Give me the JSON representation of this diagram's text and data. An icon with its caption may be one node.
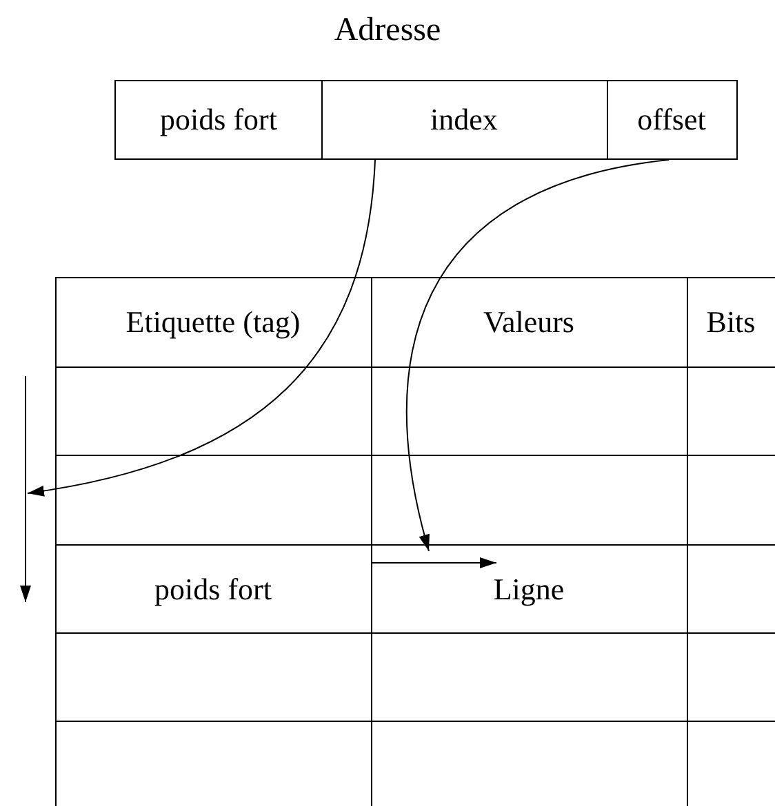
{
  "diagram": {
    "title": "Adresse",
    "nodes": [
      {
        "text": [
          "poids fort"
        ]
      },
      {
        "text": [
          "index"
        ]
      },
      {
        "text": [
          "offset"
        ]
      }
    ],
    "edges": [
      {
        "from": 1,
        "to": null,
        "arrow": "to"
      },
      {
        "from": 2,
        "to": null,
        "arrow": "to"
      }
    ],
    "labels": [
      "Etiquette (tag)",
      "Valeurs",
      "Bits",
      "poids fort",
      "Ligne"
    ]
  }
}
